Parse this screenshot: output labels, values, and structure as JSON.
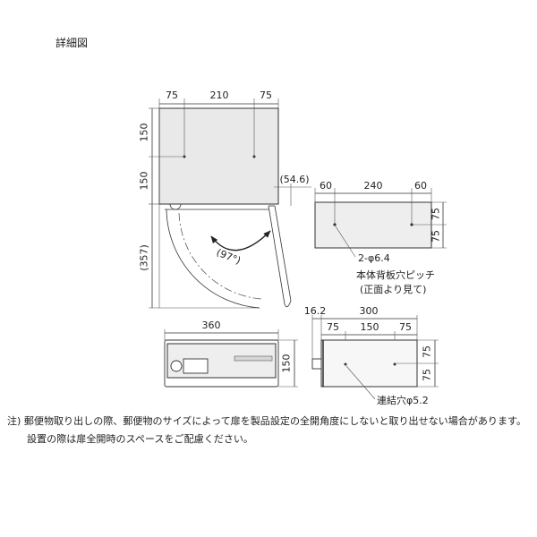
{
  "title": "詳細図",
  "front_view": {
    "top_dims": [
      "75",
      "210",
      "75"
    ],
    "left_dims": [
      "150",
      "150"
    ],
    "door_depth_dim": "(357)",
    "door_projection_dim": "(54.6)",
    "door_angle": "(97°)"
  },
  "back_view": {
    "top_dims": [
      "60",
      "240",
      "60"
    ],
    "right_dims": [
      "75",
      "75"
    ],
    "hole_label": "2-φ6.4",
    "note_lines": [
      "本体背板穴ピッチ",
      "(正面より見て)"
    ]
  },
  "top_view": {
    "width_dim": "360",
    "depth_dim": "150"
  },
  "side_view": {
    "offset_dim": "16.2",
    "width_dim": "300",
    "hole_dims": [
      "75",
      "150",
      "75"
    ],
    "right_dims": [
      "75",
      "75"
    ],
    "hole_label": "連結穴φ5.2"
  },
  "notes": [
    "注) 郵便物取り出しの際、郵便物のサイズによって扉を製品設定の全開角度にしないと取り出せない場合があります。",
    "設置の際は扉全開時のスペースをご配慮ください。"
  ]
}
